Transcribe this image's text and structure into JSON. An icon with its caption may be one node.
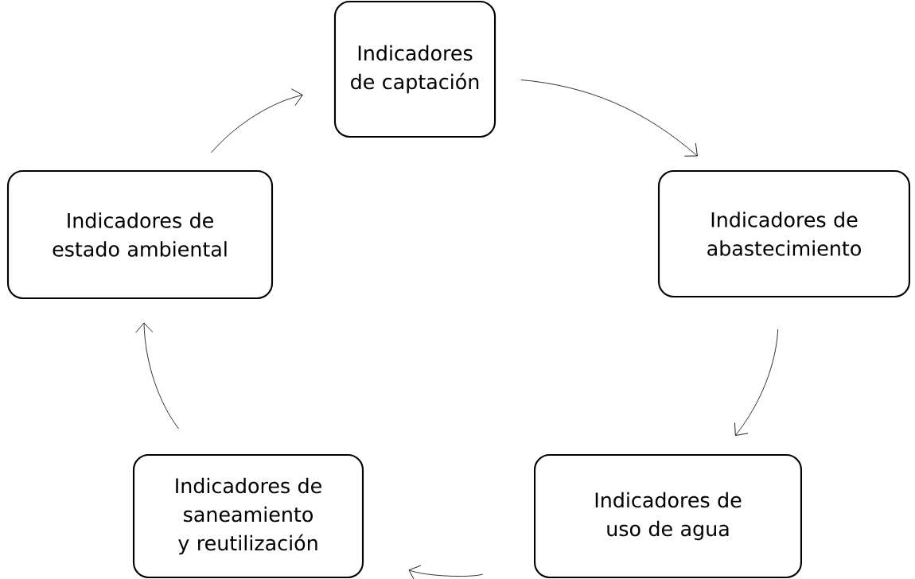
{
  "diagram": {
    "nodes": [
      {
        "text": [
          "Indicadores de captación"
        ]
      },
      {
        "text": [
          "Indicadores de abastecimiento"
        ]
      },
      {
        "text": [
          "Indicadores de uso de agua"
        ]
      },
      {
        "text": [
          "Indicadores de saneamiento y reutilización"
        ]
      },
      {
        "text": [
          "Indicadores de estado ambiental"
        ]
      }
    ],
    "edges": [
      {
        "from": 0,
        "to": 1,
        "arrow": "to"
      },
      {
        "from": 1,
        "to": 2,
        "arrow": "to"
      },
      {
        "from": 2,
        "to": 3,
        "arrow": "to"
      },
      {
        "from": 3,
        "to": 4,
        "arrow": "to"
      },
      {
        "from": 4,
        "to": 0,
        "arrow": "to"
      }
    ]
  }
}
